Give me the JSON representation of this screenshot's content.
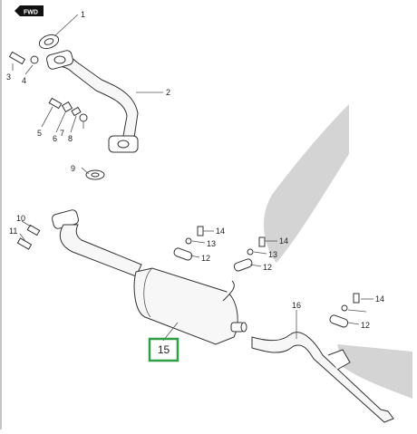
{
  "direction_badge": "FWD",
  "callouts": [
    {
      "id": "1",
      "label": "1"
    },
    {
      "id": "2",
      "label": "2"
    },
    {
      "id": "3",
      "label": "3"
    },
    {
      "id": "4",
      "label": "4"
    },
    {
      "id": "5",
      "label": "5"
    },
    {
      "id": "6",
      "label": "6"
    },
    {
      "id": "7",
      "label": "7"
    },
    {
      "id": "8",
      "label": "8"
    },
    {
      "id": "9",
      "label": "9"
    },
    {
      "id": "10",
      "label": "10"
    },
    {
      "id": "11",
      "label": "11"
    },
    {
      "id": "12a",
      "label": "12"
    },
    {
      "id": "12b",
      "label": "12"
    },
    {
      "id": "12c",
      "label": "12"
    },
    {
      "id": "13a",
      "label": "13"
    },
    {
      "id": "13b",
      "label": "13"
    },
    {
      "id": "14a",
      "label": "14"
    },
    {
      "id": "14b",
      "label": "14"
    },
    {
      "id": "14c",
      "label": "14"
    },
    {
      "id": "16",
      "label": "16"
    }
  ],
  "highlighted": {
    "label": "15",
    "color": "#2f9e44"
  },
  "colors": {
    "shadow": "#cfcfcf",
    "line": "#555555",
    "highlight": "#2f9e44"
  }
}
